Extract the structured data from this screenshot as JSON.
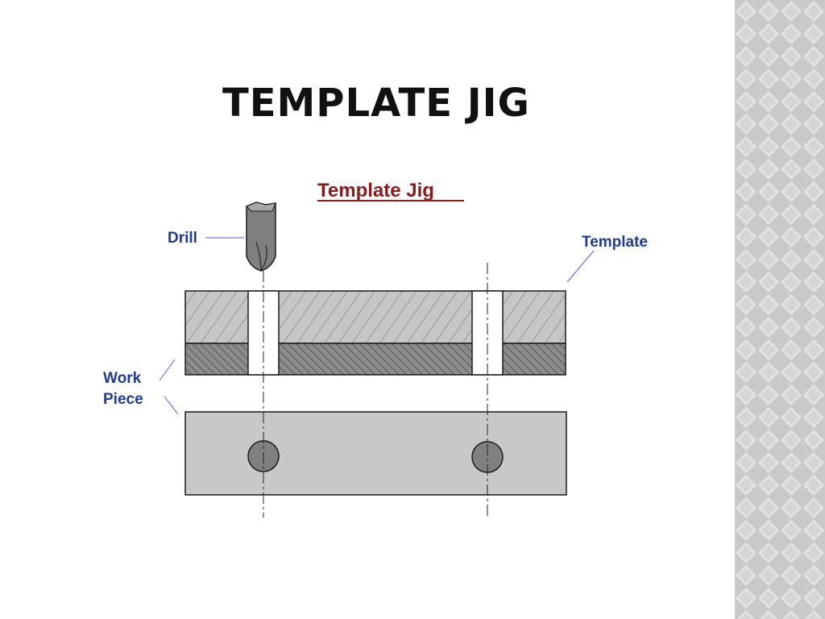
{
  "slide": {
    "title": "TEMPLATE JIG"
  },
  "diagram": {
    "heading": "Template Jig",
    "labels": {
      "drill": "Drill",
      "template": "Template",
      "work_line1": "Work",
      "work_line2": "Piece"
    }
  },
  "colors": {
    "heading": "#8b1a1a",
    "label": "#1f3a93",
    "template_fill": "#c6c6c6",
    "workpiece_fill": "#8c8c8c",
    "bottom_plate": "#c8c8c8",
    "hole": "#808080",
    "drill": "#7f7f7f",
    "panel": "#d6d6d6"
  }
}
